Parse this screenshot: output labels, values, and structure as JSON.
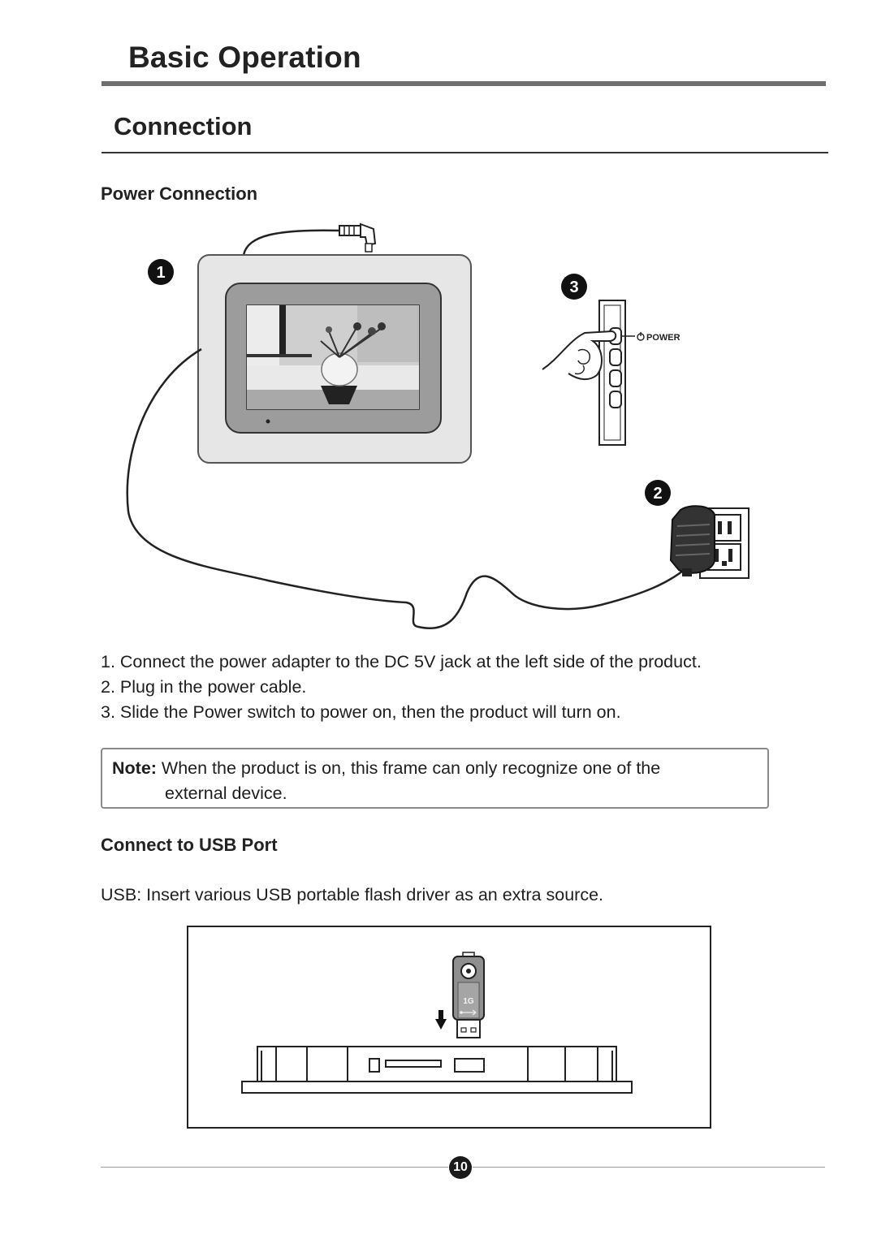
{
  "header": {
    "title": "Basic Operation",
    "section_title": "Connection"
  },
  "power": {
    "heading": "Power Connection",
    "badges": [
      "1",
      "2",
      "3"
    ],
    "power_label": "POWER",
    "steps": [
      "1. Connect the power adapter to the DC 5V jack at the left side of the product.",
      "2. Plug in the power cable.",
      "3. Slide the Power switch to power on, then the product will turn on."
    ]
  },
  "note": {
    "label": "Note:",
    "line1": " When the product is on, this frame can only recognize one of the",
    "line2": "external device."
  },
  "usb": {
    "heading": "Connect to USB Port",
    "description": "USB: Insert  various USB portable flash driver as an extra source.",
    "drive_label": "1G"
  },
  "footer": {
    "page_number": "10"
  },
  "icons": [
    "power-icon",
    "usb-icon",
    "down-arrow-icon",
    "hand-icon"
  ]
}
